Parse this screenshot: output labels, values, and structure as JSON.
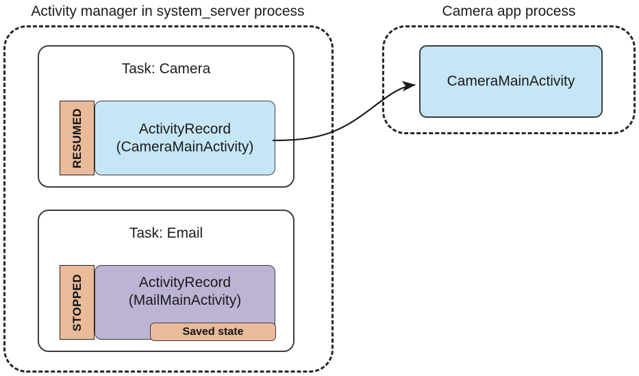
{
  "diagram": {
    "title_left": "Activity manager in system_server process",
    "title_right": "Camera app process",
    "colors": {
      "state_chip": "#e9bb9b",
      "activity_blue": "#c6e6f7",
      "activity_purple": "#bdb4d5",
      "outline": "#3b3b3b",
      "dashed_border": "#262626"
    }
  },
  "system_server": {
    "tasks": [
      {
        "title": "Task: Camera",
        "state": "RESUMED",
        "record_line1": "ActivityRecord",
        "record_line2": "(CameraMainActivity)",
        "fill": "blue",
        "saved_state": null
      },
      {
        "title": "Task: Email",
        "state": "STOPPED",
        "record_line1": "ActivityRecord",
        "record_line2": "(MailMainActivity)",
        "fill": "purple",
        "saved_state": "Saved state"
      }
    ]
  },
  "camera_app": {
    "activity_label": "CameraMainActivity"
  },
  "connector": {
    "from": "ActivityRecord (CameraMainActivity)",
    "to": "CameraMainActivity",
    "style": "curved-arrow"
  }
}
